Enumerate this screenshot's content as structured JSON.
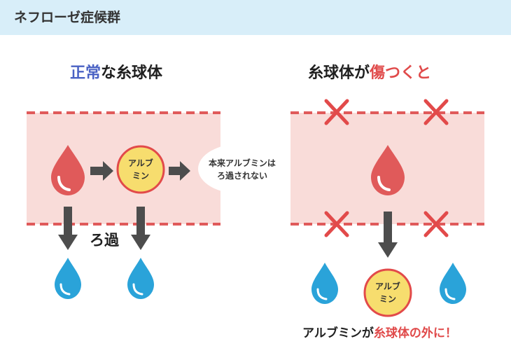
{
  "header": {
    "title": "ネフローゼ症候群"
  },
  "left_panel": {
    "title_highlight": "正常",
    "title_rest": "な糸球体",
    "albumin_line1": "アルブ",
    "albumin_line2": "ミン",
    "bubble_line1": "本来アルブミンは",
    "bubble_line2": "ろ過されない",
    "filter_label": "ろ過"
  },
  "right_panel": {
    "title_prefix": "糸球体が",
    "title_highlight": "傷つくと",
    "albumin_line1": "アルブ",
    "albumin_line2": "ミン",
    "caption_prefix": "アルブミンが",
    "caption_highlight": "糸球体の外に！"
  },
  "colors": {
    "header_bg": "#d8eef9",
    "band_fill": "#f9dcd9",
    "dashed_line": "#e05a5a",
    "red_drop": "#e05a5a",
    "blue_drop": "#2aa3d9",
    "albumin_fill": "#f7dd6e",
    "albumin_stroke": "#e24a4a",
    "arrow": "#4d4d4d",
    "cross": "#e24a4a",
    "title_blue": "#4a62c4",
    "title_red": "#e04a4a"
  }
}
